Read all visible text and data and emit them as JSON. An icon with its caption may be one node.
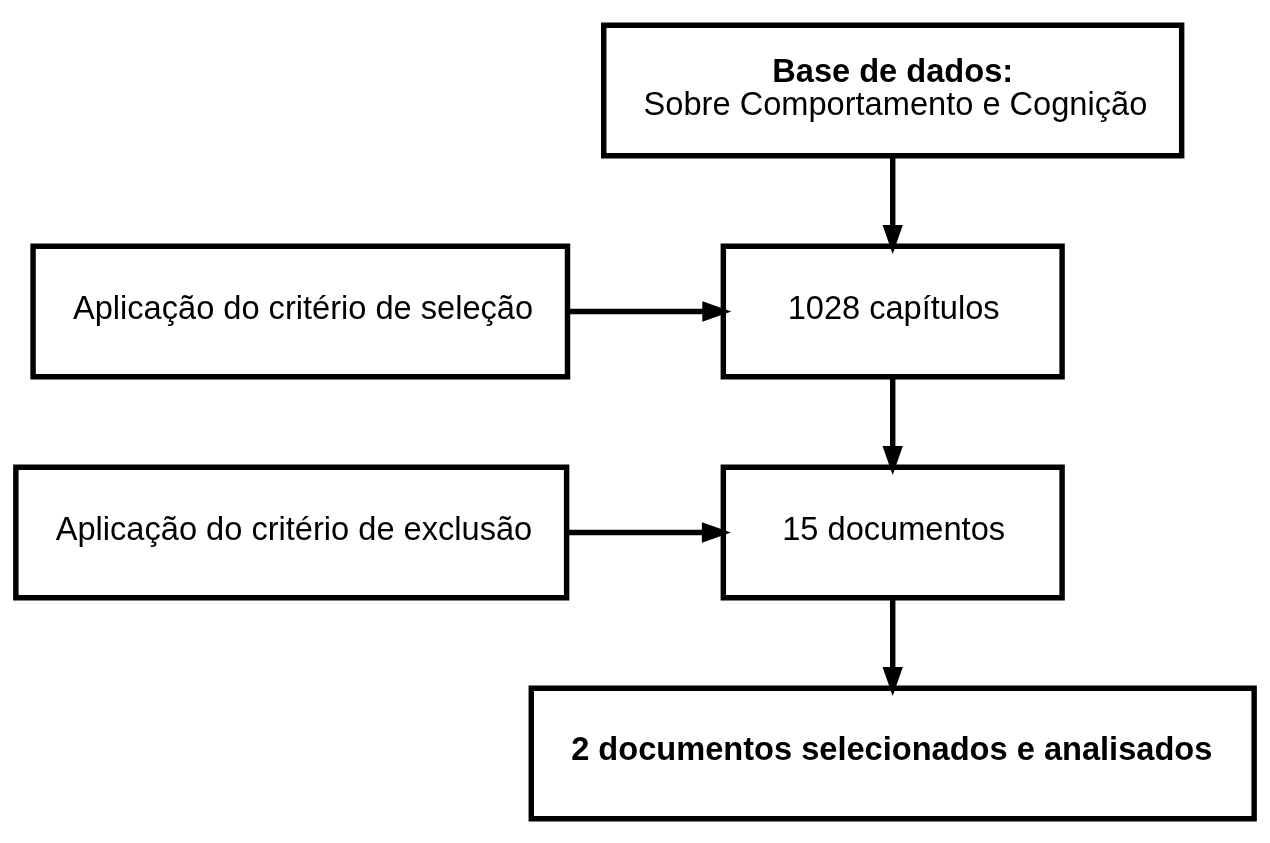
{
  "diagram": {
    "nodes": [
      {
        "text": [
          "Base de dados:",
          "Sobre Comportamento e Cognição"
        ]
      },
      {
        "text": [
          "1028 capítulos"
        ]
      },
      {
        "text": [
          "Aplicação do critério de seleção"
        ]
      },
      {
        "text": [
          "15 documentos"
        ]
      },
      {
        "text": [
          "Aplicação do critério de exclusão"
        ]
      },
      {
        "text": [
          "2 documentos selecionados e analisados"
        ]
      }
    ],
    "edges": [
      {
        "from": 0,
        "to": 1,
        "arrow": "to"
      },
      {
        "from": 2,
        "to": 1,
        "arrow": "to"
      },
      {
        "from": 1,
        "to": 3,
        "arrow": "to"
      },
      {
        "from": 4,
        "to": 3,
        "arrow": "to"
      },
      {
        "from": 3,
        "to": 5,
        "arrow": "to"
      }
    ]
  }
}
